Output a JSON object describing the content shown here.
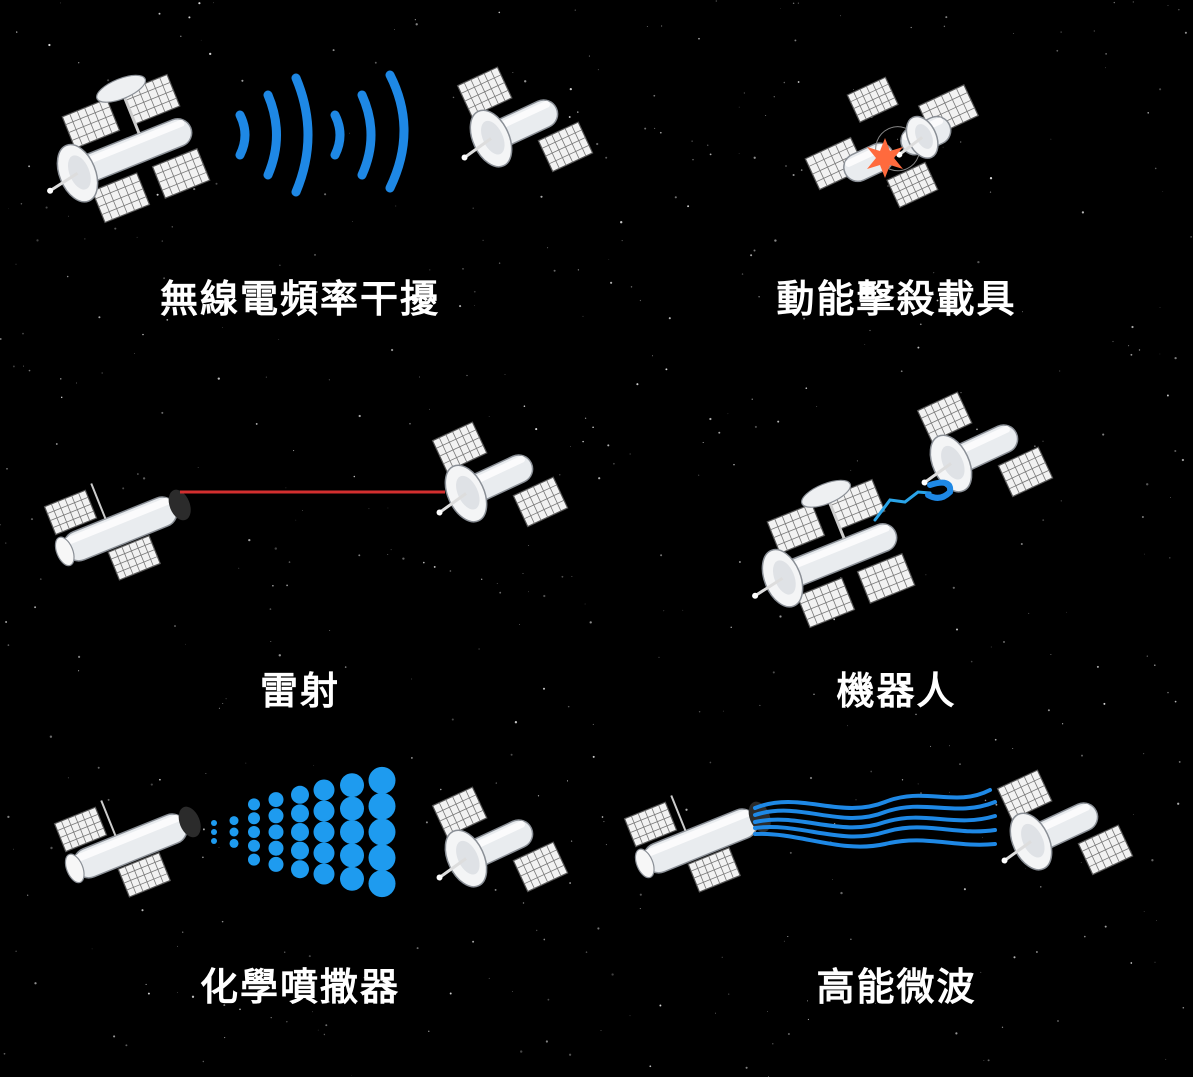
{
  "panels": [
    {
      "id": "rf-jamming",
      "label": "無線電頻率干擾"
    },
    {
      "id": "kinetic-kill",
      "label": "動能擊殺載具"
    },
    {
      "id": "laser",
      "label": "雷射"
    },
    {
      "id": "robotic",
      "label": "機器人"
    },
    {
      "id": "chemical-spray",
      "label": "化學噴撒器"
    },
    {
      "id": "high-power-microwave",
      "label": "高能微波"
    }
  ],
  "colors": {
    "background": "#000000",
    "caption": "#ffffff",
    "wave": "#1e88e5",
    "laser_beam": "#d32f2f",
    "spray": "#1e9bef",
    "impact": "#ff6a3d",
    "satellite_body": "#e9ecef",
    "satellite_outline": "#8a8f96",
    "solar_panel": "#f2f2f2"
  },
  "icons": [
    "satellite-icon",
    "radio-wave-icon",
    "explosion-icon",
    "laser-beam-icon",
    "robotic-arm-icon",
    "spray-icon",
    "microwave-icon"
  ]
}
